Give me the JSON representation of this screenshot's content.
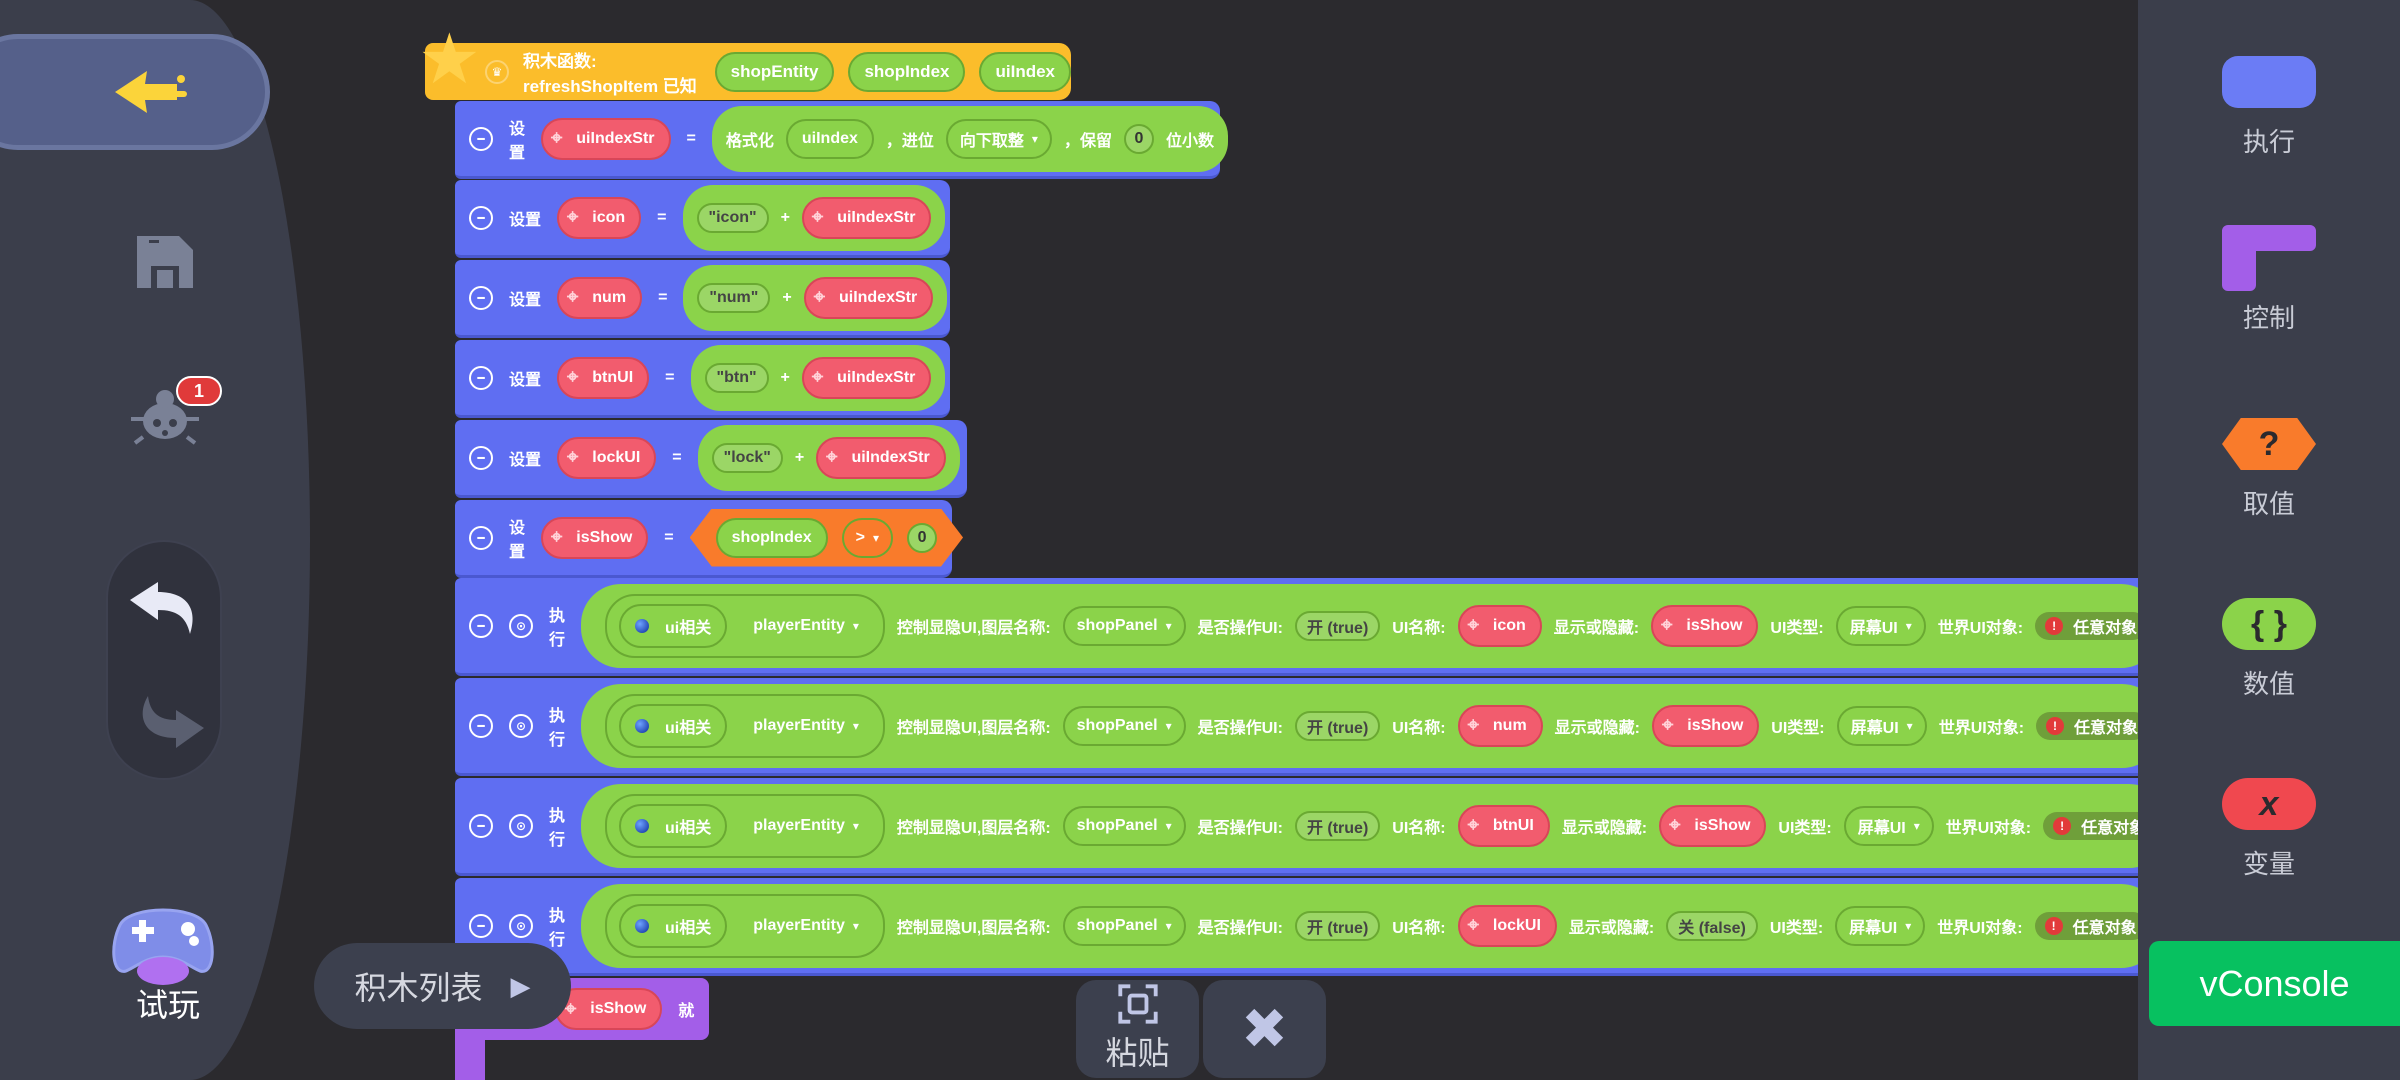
{
  "sidebar": {
    "back": "back-arrow",
    "debug_badge": "1",
    "try_label": "试玩"
  },
  "categories": [
    {
      "label": "执行",
      "color": "#6b7cf5",
      "icon": "speech-block-icon",
      "glyph": ""
    },
    {
      "label": "控制",
      "color": "#a35ee8",
      "icon": "control-block-icon",
      "glyph": ""
    },
    {
      "label": "取值",
      "color": "#f97b2b",
      "icon": "question-icon",
      "glyph": "?"
    },
    {
      "label": "数值",
      "color": "#8bd34a",
      "icon": "braces-icon",
      "glyph": "{ }"
    },
    {
      "label": "变量",
      "color": "#f0484f",
      "icon": "variable-x-icon",
      "glyph": "x"
    }
  ],
  "vconsole": "vConsole",
  "hat": {
    "title": "积木函数: refreshShopItem 已知",
    "params": [
      "shopEntity",
      "shopIndex",
      "uiIndex"
    ]
  },
  "set_rows": [
    {
      "label": "设置",
      "var": "uiIndexStr",
      "eq": "=",
      "kind": "green",
      "tokens": [
        {
          "t": "text",
          "v": "格式化"
        },
        {
          "t": "param",
          "v": "uiIndex"
        },
        {
          "t": "text",
          "v": "，进位"
        },
        {
          "t": "drop",
          "v": "向下取整"
        },
        {
          "t": "text",
          "v": "，保留"
        },
        {
          "t": "num",
          "v": "0"
        },
        {
          "t": "text",
          "v": "位小数"
        }
      ]
    },
    {
      "label": "设置",
      "var": "icon",
      "eq": "=",
      "kind": "green",
      "tokens": [
        {
          "t": "str",
          "v": "\"icon\""
        },
        {
          "t": "text",
          "v": "+"
        },
        {
          "t": "var",
          "v": "uiIndexStr"
        }
      ]
    },
    {
      "label": "设置",
      "var": "num",
      "eq": "=",
      "kind": "green",
      "tokens": [
        {
          "t": "str",
          "v": "\"num\""
        },
        {
          "t": "text",
          "v": "+"
        },
        {
          "t": "var",
          "v": "uiIndexStr"
        }
      ]
    },
    {
      "label": "设置",
      "var": "btnUI",
      "eq": "=",
      "kind": "green",
      "tokens": [
        {
          "t": "str",
          "v": "\"btn\""
        },
        {
          "t": "text",
          "v": "+"
        },
        {
          "t": "var",
          "v": "uiIndexStr"
        }
      ]
    },
    {
      "label": "设置",
      "var": "lockUI",
      "eq": "=",
      "kind": "green",
      "tokens": [
        {
          "t": "str",
          "v": "\"lock\""
        },
        {
          "t": "text",
          "v": "+"
        },
        {
          "t": "var",
          "v": "uiIndexStr"
        }
      ]
    },
    {
      "label": "设置",
      "var": "isShow",
      "eq": "=",
      "kind": "orange",
      "tokens": [
        {
          "t": "param",
          "v": "shopIndex"
        },
        {
          "t": "drop",
          "v": ">"
        },
        {
          "t": "num",
          "v": "0"
        }
      ]
    }
  ],
  "exec_rows": [
    {
      "label": "执行",
      "tokens": [
        {
          "t": "text",
          "v": "控制显隐UI,图层名称:"
        },
        {
          "t": "drop",
          "v": "shopPanel"
        },
        {
          "t": "text",
          "v": "是否操作UI:"
        },
        {
          "t": "str",
          "v": "开 (true)"
        },
        {
          "t": "text",
          "v": "UI名称:"
        },
        {
          "t": "var",
          "v": "icon"
        },
        {
          "t": "text",
          "v": "显示或隐藏:"
        },
        {
          "t": "var",
          "v": "isShow"
        },
        {
          "t": "text",
          "v": "UI类型:"
        },
        {
          "t": "drop",
          "v": "屏幕UI"
        },
        {
          "t": "text",
          "v": "世界UI对象:"
        },
        {
          "t": "warn",
          "v": "任意对象"
        }
      ]
    },
    {
      "label": "执行",
      "tokens": [
        {
          "t": "text",
          "v": "控制显隐UI,图层名称:"
        },
        {
          "t": "drop",
          "v": "shopPanel"
        },
        {
          "t": "text",
          "v": "是否操作UI:"
        },
        {
          "t": "str",
          "v": "开 (true)"
        },
        {
          "t": "text",
          "v": "UI名称:"
        },
        {
          "t": "var",
          "v": "num"
        },
        {
          "t": "text",
          "v": "显示或隐藏:"
        },
        {
          "t": "var",
          "v": "isShow"
        },
        {
          "t": "text",
          "v": "UI类型:"
        },
        {
          "t": "drop",
          "v": "屏幕UI"
        },
        {
          "t": "text",
          "v": "世界UI对象:"
        },
        {
          "t": "warn",
          "v": "任意对象"
        }
      ]
    },
    {
      "label": "执行",
      "tokens": [
        {
          "t": "text",
          "v": "控制显隐UI,图层名称:"
        },
        {
          "t": "drop",
          "v": "shopPanel"
        },
        {
          "t": "text",
          "v": "是否操作UI:"
        },
        {
          "t": "str",
          "v": "开 (true)"
        },
        {
          "t": "text",
          "v": "UI名称:"
        },
        {
          "t": "var",
          "v": "btnUI"
        },
        {
          "t": "text",
          "v": "显示或隐藏:"
        },
        {
          "t": "var",
          "v": "isShow"
        },
        {
          "t": "text",
          "v": "UI类型:"
        },
        {
          "t": "drop",
          "v": "屏幕UI"
        },
        {
          "t": "text",
          "v": "世界UI对象:"
        },
        {
          "t": "warn",
          "v": "任意对象"
        }
      ]
    },
    {
      "label": "执行",
      "tokens": [
        {
          "t": "text",
          "v": "控制显隐UI,图层名称:"
        },
        {
          "t": "drop",
          "v": "shopPanel"
        },
        {
          "t": "text",
          "v": "是否操作UI:"
        },
        {
          "t": "str",
          "v": "开 (true)"
        },
        {
          "t": "text",
          "v": "UI名称:"
        },
        {
          "t": "var",
          "v": "lockUI"
        },
        {
          "t": "text",
          "v": "显示或隐藏:"
        },
        {
          "t": "str",
          "v": "关 (false)"
        },
        {
          "t": "text",
          "v": "UI类型:"
        },
        {
          "t": "drop",
          "v": "屏幕UI"
        },
        {
          "t": "text",
          "v": "世界UI对象:"
        },
        {
          "t": "warn",
          "v": "任意对象"
        }
      ]
    }
  ],
  "exec_inner": {
    "ui_label": "ui相关",
    "entity": "playerEntity"
  },
  "if_block": {
    "var": "isShow",
    "then": "就"
  },
  "block_list": "积木列表",
  "paste_label": "粘贴"
}
